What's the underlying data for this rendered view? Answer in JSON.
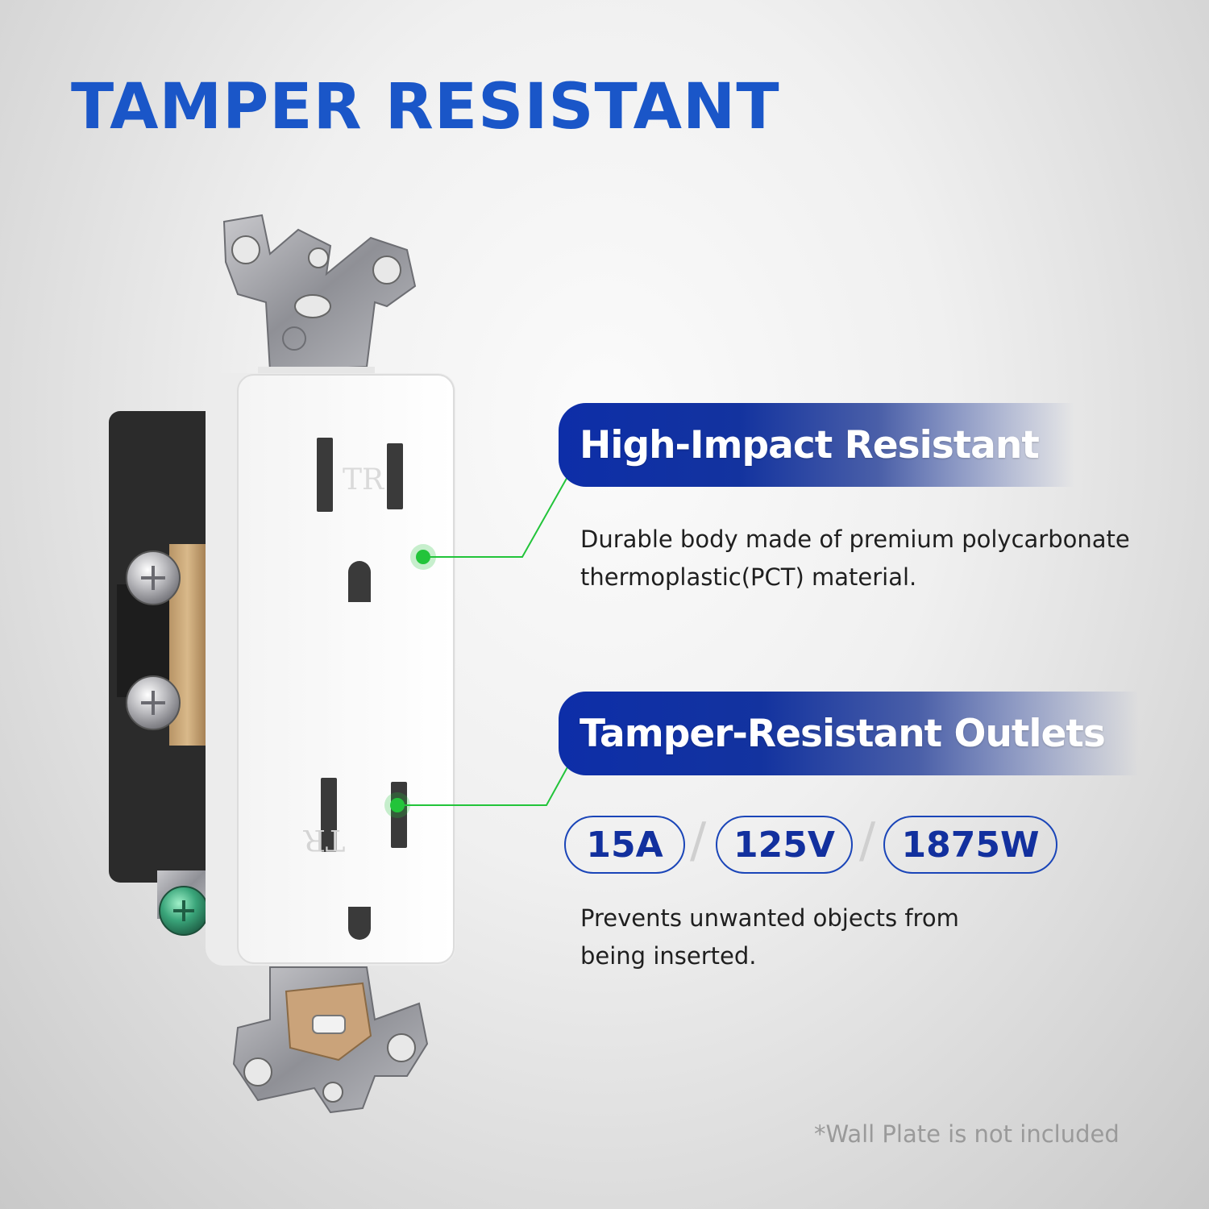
{
  "title": "TAMPER RESISTANT",
  "features": [
    {
      "heading": "High-Impact Resistant",
      "description_line1": "Durable body made of premium polycarbonate",
      "description_line2": "thermoplastic(PCT) material."
    },
    {
      "heading": "Tamper-Resistant Outlets",
      "description_line1": "Prevents unwanted objects from",
      "description_line2": "being inserted."
    }
  ],
  "specs": [
    "15A",
    "125V",
    "1875W"
  ],
  "footnote": "*Wall Plate is not included",
  "product_markings": {
    "top_receptacle": "TR",
    "bottom_receptacle": "TR"
  },
  "colors": {
    "title_blue": "#1a56c8",
    "banner_blue": "#0d2ea8",
    "callout_green": "#22c43a",
    "spec_border": "#1a45b8"
  }
}
